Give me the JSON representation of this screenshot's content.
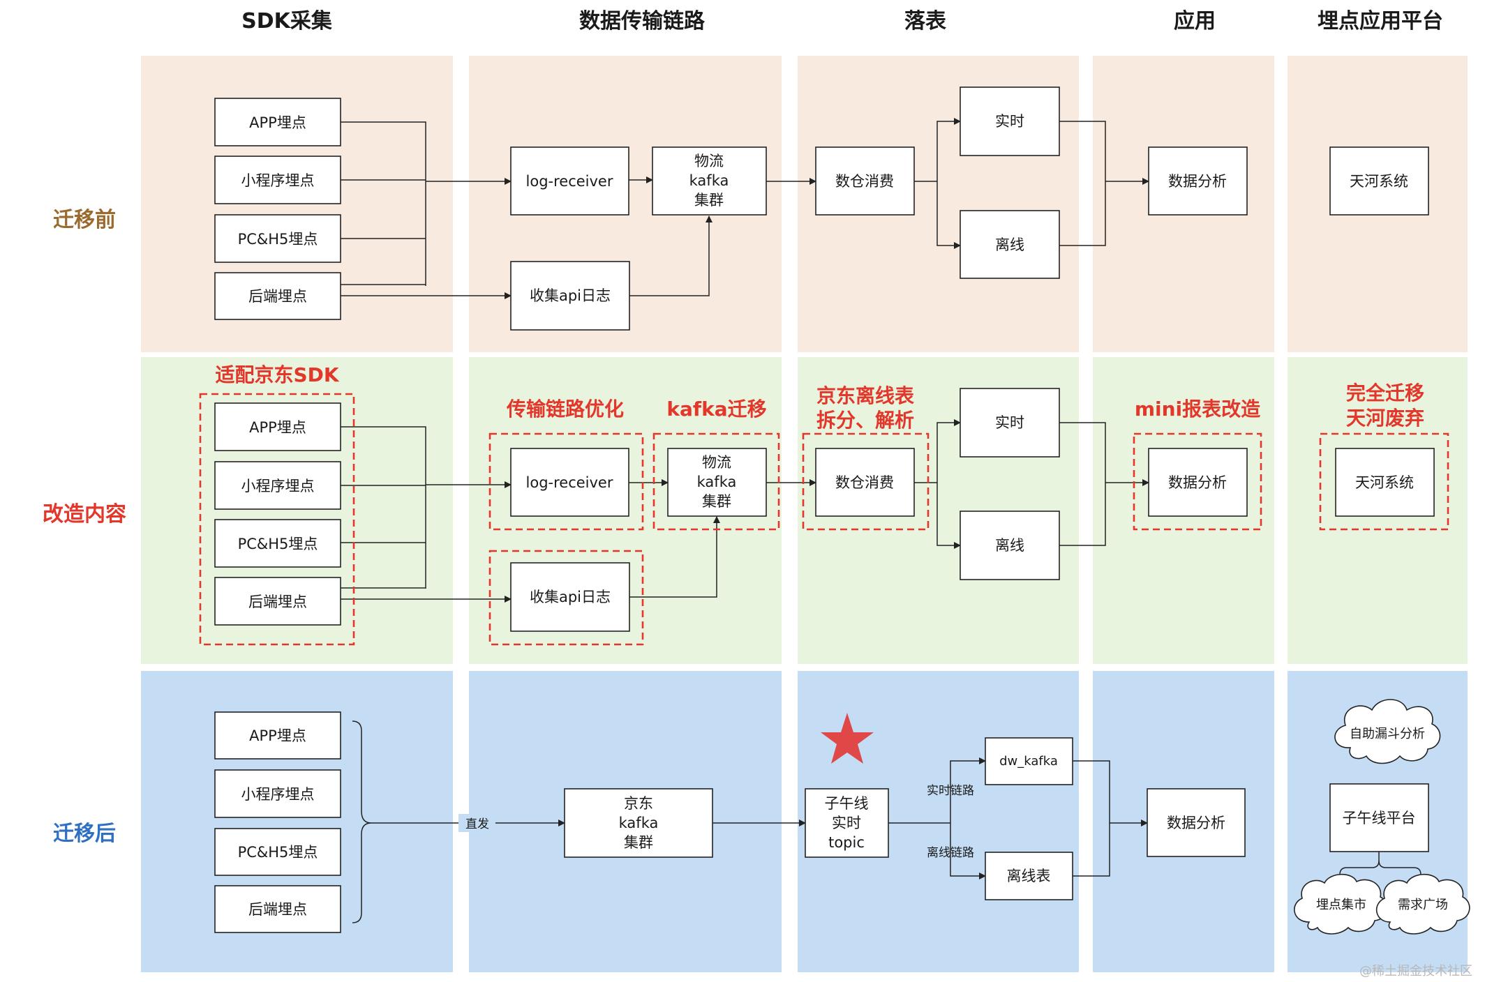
{
  "columns": {
    "sdk": "SDK采集",
    "transport": "数据传输链路",
    "landing": "落表",
    "application": "应用",
    "platform": "埋点应用平台"
  },
  "rows": {
    "before": {
      "label": "迁移前",
      "color": "#9a6a2e",
      "bg": "#f8eadf"
    },
    "change": {
      "label": "改造内容",
      "color": "#e2372a",
      "bg": "#e8f4de"
    },
    "after": {
      "label": "迁移后",
      "color": "#2f6fc4",
      "bg": "#c4ddf5"
    }
  },
  "before": {
    "sources": [
      "APP埋点",
      "小程序埋点",
      "PC&H5埋点",
      "后端埋点"
    ],
    "log_receiver": "log-receiver",
    "kafka": [
      "物流",
      "kafka",
      "集群"
    ],
    "api_log": "收集api日志",
    "dw_consume": "数仓消费",
    "realtime": "实时",
    "offline": "离线",
    "analysis": "数据分析",
    "platform": "天河系统"
  },
  "change": {
    "notes": {
      "sdk": "适配京东SDK",
      "transport": "传输链路优化",
      "kafka": "kafka迁移",
      "landing": [
        "京东离线表",
        "拆分、解析"
      ],
      "application": "mini报表改造",
      "platform": [
        "完全迁移",
        "天河废弃"
      ]
    },
    "sources": [
      "APP埋点",
      "小程序埋点",
      "PC&H5埋点",
      "后端埋点"
    ],
    "log_receiver": "log-receiver",
    "kafka": [
      "物流",
      "kafka",
      "集群"
    ],
    "api_log": "收集api日志",
    "dw_consume": "数仓消费",
    "realtime": "实时",
    "offline": "离线",
    "analysis": "数据分析",
    "platform": "天河系统"
  },
  "after": {
    "sources": [
      "APP埋点",
      "小程序埋点",
      "PC&H5埋点",
      "后端埋点"
    ],
    "direct": "直发",
    "jd_kafka": [
      "京东",
      "kafka",
      "集群"
    ],
    "topic": [
      "子午线",
      "实时",
      "topic"
    ],
    "realtime_link": "实时链路",
    "offline_link": "离线链路",
    "dw_kafka": "dw_kafka",
    "offline_table": "离线表",
    "analysis": "数据分析",
    "platform": "子午线平台",
    "clouds": {
      "funnel": "自助漏斗分析",
      "market": "埋点集市",
      "demand": "需求广场"
    }
  },
  "watermark": "@稀土掘金技术社区",
  "icons": {
    "star": "star-icon"
  },
  "colors": {
    "accent_red": "#e2372a",
    "star": "#e04848"
  }
}
